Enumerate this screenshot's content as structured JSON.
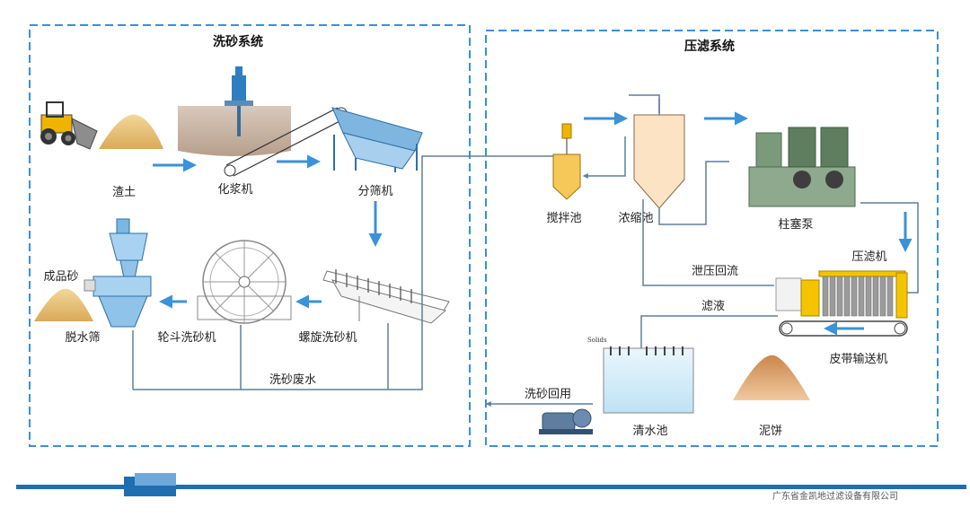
{
  "systems": {
    "washing": {
      "title": "洗砂系统"
    },
    "press": {
      "title": "压滤系统"
    }
  },
  "nodes": {
    "residue": "渣土",
    "pulping": "化浆机",
    "screening": "分筛机",
    "finished_sand": "成品砂",
    "dewater_screen": "脱水筛",
    "wheel_washer": "轮斗洗砂机",
    "spiral_washer": "螺旋洗砂机",
    "mixing_tank": "搅拌池",
    "thickener": "浓缩池",
    "plunger_pump": "柱塞泵",
    "filter_press": "压滤机",
    "belt_conveyor": "皮带输送机",
    "clear_water_tank": "清水池",
    "mud_cake": "泥饼",
    "solids_label": "Solids"
  },
  "flows": {
    "wash_wastewater": "洗砂废水",
    "pressure_relief_return": "泄压回流",
    "filtrate": "滤液",
    "water_reuse": "洗砂回用"
  },
  "footer": {
    "company": "广东省金凯地过滤设备有限公司"
  },
  "colors": {
    "dash": "#3a8fd6",
    "arrow": "#3a92d8",
    "pipe": "#5f7f9c",
    "bar": "#1f6fb0"
  }
}
